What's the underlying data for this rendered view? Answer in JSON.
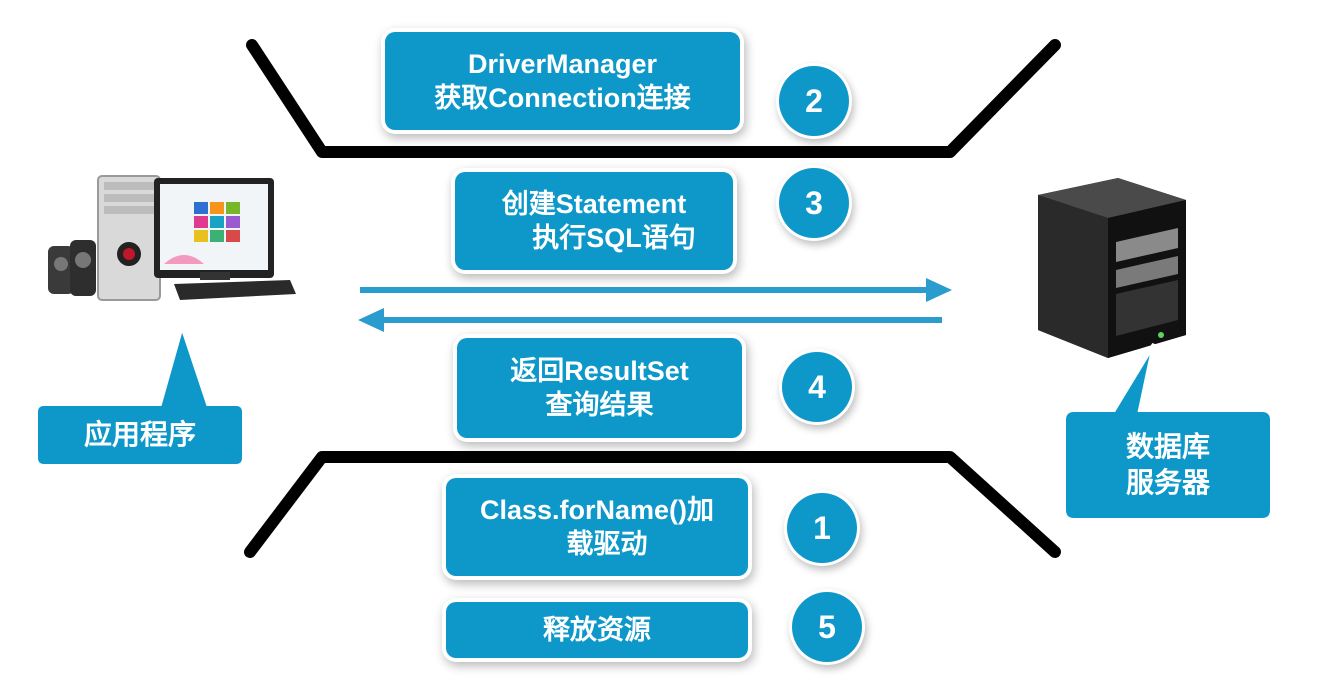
{
  "colors": {
    "accent": "#0e98c9",
    "arrow": "#2a9ccd",
    "line": "#000000"
  },
  "steps": [
    {
      "number": "2",
      "lines": [
        "DriverManager",
        "获取Connection连接"
      ]
    },
    {
      "number": "3",
      "lines": [
        "创建Statement",
        "执行SQL语句"
      ]
    },
    {
      "number": "4",
      "lines": [
        "返回ResultSet",
        "查询结果"
      ]
    },
    {
      "number": "1",
      "lines": [
        "Class.forName()加",
        "载驱动"
      ]
    },
    {
      "number": "5",
      "lines": [
        "释放资源"
      ]
    }
  ],
  "app_label": "应用程序",
  "db_label": [
    "数据库",
    "服务器"
  ],
  "icons": {
    "client": "desktop-computer-icon",
    "server": "database-server-icon"
  }
}
